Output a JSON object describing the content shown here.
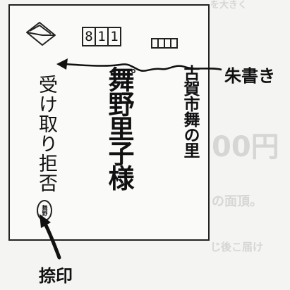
{
  "envelope": {
    "postal_code": [
      "8",
      "1",
      "1"
    ],
    "postal_code_sub_boxes": 4,
    "annotation_refusal": "受け取り拒否",
    "recipient_name": "舞野里子様",
    "sender_address": "古賀市舞の里",
    "seal_text": "舞野"
  },
  "labels": {
    "red_writing": "朱書き",
    "seal_mark": "捺印"
  },
  "icons": {
    "envelope_icon": "envelope-icon"
  }
}
